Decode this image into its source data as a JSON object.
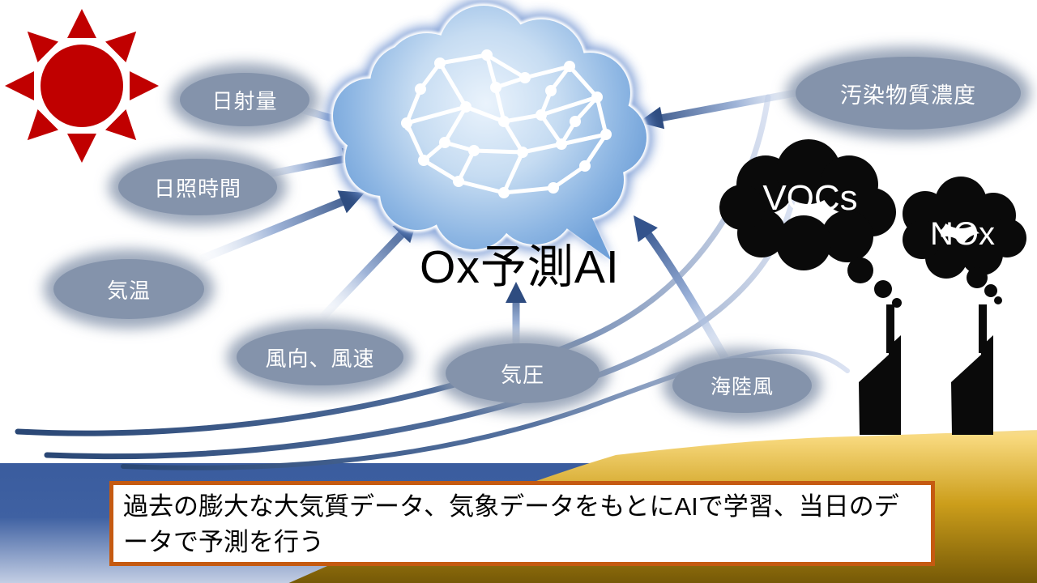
{
  "slide": {
    "heading": "Ox予測AI",
    "caption": "過去の膨大な大気質データ、気象データをもとにAIで学習、当日のデータで予測を行う",
    "factors": [
      {
        "name": "solar-radiation",
        "label": "日射量"
      },
      {
        "name": "sunshine-hours",
        "label": "日照時間"
      },
      {
        "name": "air-temperature",
        "label": "気温"
      },
      {
        "name": "wind-direction-speed",
        "label": "風向、風速"
      },
      {
        "name": "air-pressure",
        "label": "気圧"
      },
      {
        "name": "sea-land-breeze",
        "label": "海陸風"
      },
      {
        "name": "pollutant-concentration",
        "label": "汚染物質濃度"
      }
    ],
    "emission_sources": [
      {
        "name": "vocs",
        "label": "VOCs"
      },
      {
        "name": "nox",
        "label": "NOx"
      }
    ],
    "icons": {
      "sun-icon": "red sun with 8 triangular rays",
      "ai-network-cloud-icon": "blue thought cloud with white neural network",
      "smoke-cloud-icon": "black smoke puff cloud",
      "factory-icon": "black chimney stack",
      "sea-breeze-flow-lines": "blue swoosh curves from sea",
      "input-arrow": "blue gradient arrow into AI cloud"
    },
    "colors": {
      "sun_red": "#c00000",
      "label_oval": "#8493ab",
      "arrow_dark": "#2e4c80",
      "cloud_blue": "#6fa0d8",
      "sea_blue": "#3a5c9e",
      "hill_gold": "#cc9e1b",
      "caption_border": "#c55a11",
      "smoke_black": "#0a0a0a",
      "text_black": "#000000",
      "label_text": "#ffffff"
    }
  }
}
